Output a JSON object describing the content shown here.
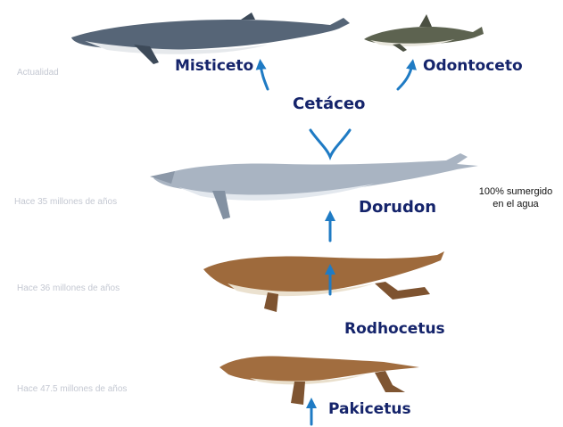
{
  "eras": {
    "present": "Actualidad",
    "dorudon": "Hace 35 millones de años",
    "rodhocetus": "Hace 36 millones de años",
    "pakicetus": "Hace 47.5 millones de años"
  },
  "labels": {
    "misticeto": "Misticeto",
    "odontoceto": "Odontoceto",
    "cetaceo": "Cetáceo",
    "dorudon": "Dorudon",
    "rodhocetus": "Rodhocetus",
    "pakicetus": "Pakicetus"
  },
  "note": {
    "line1": "100% sumergido",
    "line2": "en el agua"
  },
  "colors": {
    "label": "#15246b",
    "arrow": "#1f7bc4",
    "era_text": "#c4c8d2"
  }
}
